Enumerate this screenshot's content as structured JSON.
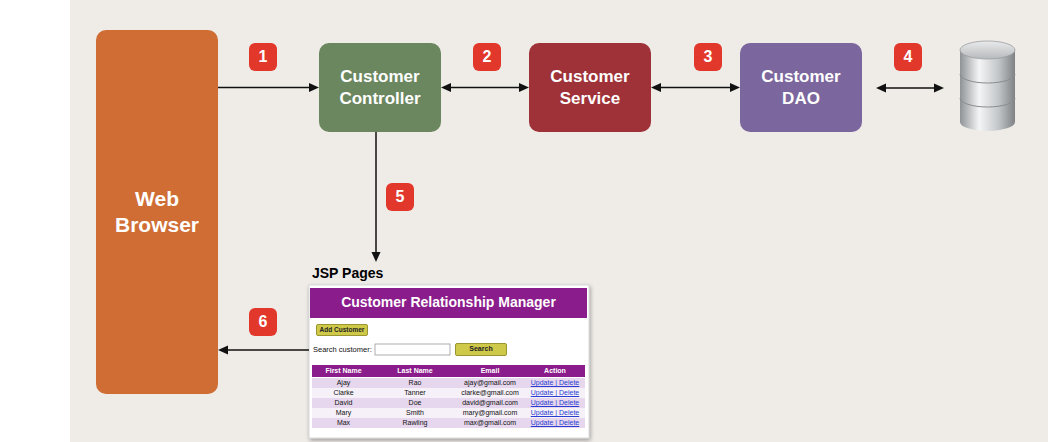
{
  "diagram": {
    "nodes": [
      {
        "text": [
          "Web Browser"
        ]
      },
      {
        "text": [
          "Customer Controller"
        ]
      },
      {
        "text": [
          "Customer Service"
        ]
      },
      {
        "text": [
          "Customer DAO"
        ]
      },
      {
        "text": [
          "JSP Pages"
        ]
      },
      {
        "text": [
          "Customer Relationship Manager"
        ],
        "in": 4
      },
      {
        "text": [
          "Add Customer"
        ],
        "in": 4
      },
      {
        "text": [
          "Search"
        ],
        "in": 4
      }
    ],
    "edges": [
      {
        "from": 0,
        "to": 1,
        "arrow": "to"
      },
      {
        "from": 1,
        "to": 2,
        "arrow": "both"
      },
      {
        "from": 2,
        "to": 3,
        "arrow": "both"
      },
      {
        "from": 1,
        "to": 4,
        "arrow": "to"
      },
      {
        "from": 4,
        "to": 0,
        "arrow": "to"
      }
    ],
    "labels": [
      "1",
      "2",
      "3",
      "4",
      "5",
      "6",
      "Search customer:",
      "First Name",
      "Last Name",
      "Email",
      "Action",
      "Ajay",
      "Rao",
      "ajay@gmail.com",
      "Update | Delete",
      "Clarke",
      "Tanner",
      "clarke@gmail.com",
      "Update | Delete",
      "David",
      "Doe",
      "david@gmail.com",
      "Update | Delete",
      "Mary",
      "Smith",
      "mary@gmail.com",
      "Update | Delete",
      "Max",
      "Rawling",
      "max@gmail.com",
      "Update | Delete"
    ]
  }
}
